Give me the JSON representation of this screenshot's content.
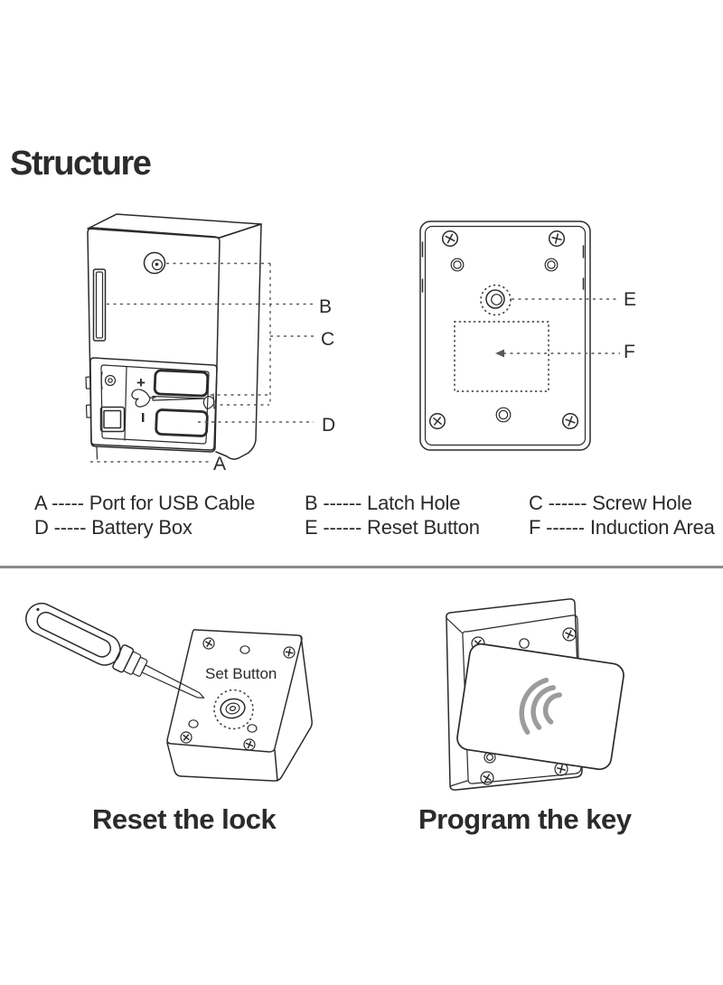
{
  "title": "Structure",
  "legend": {
    "items": [
      {
        "text": "A ----- Port for USB Cable"
      },
      {
        "text": "B ------ Latch Hole"
      },
      {
        "text": "C ------ Screw Hole"
      },
      {
        "text": "D ----- Battery Box"
      },
      {
        "text": "E ------ Reset Button"
      },
      {
        "text": "F ------ Induction Area"
      }
    ]
  },
  "callouts": {
    "a": "A",
    "b": "B",
    "c": "C",
    "d": "D",
    "e": "E",
    "f": "F"
  },
  "front_view": {
    "battery_plus": "+"
  },
  "reset_illustration": {
    "set_button_label": "Set Button",
    "caption": "Reset the lock"
  },
  "program_illustration": {
    "caption": "Program the key"
  },
  "colors": {
    "line": "#2b2b2b",
    "dash": "#5a5a5a",
    "divider": "#8a8a8a",
    "wave": "#9c9c9c",
    "background": "#ffffff"
  }
}
